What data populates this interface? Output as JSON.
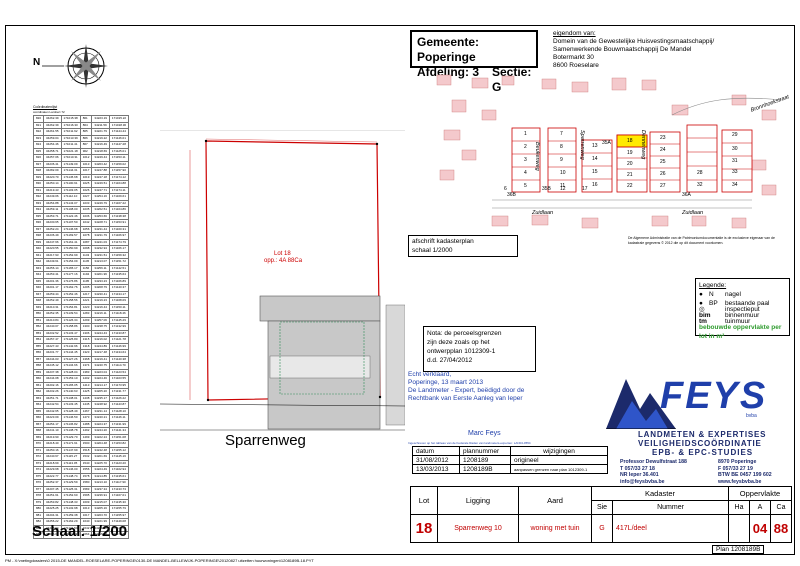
{
  "header": {
    "gemeente_label": "Gemeente:",
    "gemeente_value": "Poperinge",
    "afdeling_label": "Afdeling:",
    "afdeling_value": "3",
    "sectie_label": "Sectie:",
    "sectie_value": "G"
  },
  "owner": {
    "title": "eigendom van:",
    "lines": [
      "Domein van de Gewestelijke Huisvestingsmaatschappij/",
      "Samenwerkende Bouwmaatschappij De Mandel",
      "Botermarkt 30",
      "8600 Roeselare"
    ]
  },
  "compass": {
    "label": "N"
  },
  "plan_labels": {
    "street": "Sparrenweg",
    "lot": "Lot 18",
    "area": "opp.: 4A 88Ca",
    "scale": "Schaal: 1/200"
  },
  "coord_table": {
    "title": "Coördinatenlijst",
    "subtitle": "coördinaten Lambert 72",
    "rows": [
      [
        "820",
        "34262.39",
        "171015.38",
        "861",
        "34223.19",
        "171015.22"
      ],
      [
        "821",
        "34262.39",
        "171016.30",
        "864",
        "34211.59",
        "171018.30"
      ],
      [
        "822",
        "34261.55",
        "171011.92",
        "865",
        "34221.79",
        "171144.44"
      ],
      [
        "823",
        "34259.04",
        "171013.39",
        "866",
        "34219.22",
        "171146.01"
      ],
      [
        "824",
        "34254.46",
        "171011.41",
        "867",
        "34216.49",
        "171147.28"
      ],
      [
        "825",
        "34258.71",
        "171021.18",
        "902",
        "34218.69",
        "171125.01"
      ],
      [
        "826",
        "34257.06",
        "171010.31",
        "1012",
        "34249.44",
        "171153.11"
      ],
      [
        "827",
        "34236.41",
        "171149.09",
        "1013",
        "34263.42",
        "171159.02"
      ],
      [
        "828",
        "34282.09",
        "171144.31",
        "1017",
        "34247.88",
        "171157.90"
      ],
      [
        "829",
        "34220.70",
        "171145.68",
        "1019",
        "34247.18",
        "171174.12"
      ],
      [
        "830",
        "34250.14",
        "171100.91",
        "1025",
        "34249.51",
        "171164.88"
      ],
      [
        "831",
        "34219.43",
        "171103.05",
        "1026",
        "34247.71",
        "171174.11"
      ],
      [
        "832",
        "34249.06",
        "171112.10",
        "1027",
        "34254.16",
        "171169.61"
      ],
      [
        "833",
        "34254.88",
        "171143.07",
        "1033",
        "34249.79",
        "171167.22"
      ],
      [
        "834",
        "34259.11",
        "171108.00",
        "1035",
        "34262.51",
        "171164.86"
      ],
      [
        "835",
        "34253.71",
        "171122.46",
        "1036",
        "34253.66",
        "171138.38"
      ],
      [
        "836",
        "34230.65",
        "171107.50",
        "1042",
        "34228.71",
        "171153.91"
      ],
      [
        "837",
        "34252.24",
        "171146.68",
        "1056",
        "34231.44",
        "171160.31"
      ],
      [
        "838",
        "34236.49",
        "171169.57",
        "1078",
        "34231.79",
        "171166.97"
      ],
      [
        "839",
        "34247.66",
        "171161.41",
        "1087",
        "34241.03",
        "171174.79"
      ],
      [
        "840",
        "34220.55",
        "171150.99",
        "1098",
        "34232.94",
        "171166.17"
      ],
      [
        "841",
        "34217.93",
        "171152.99",
        "1143",
        "34231.51",
        "171159.32"
      ],
      [
        "842",
        "34249.61",
        "171154.09",
        "1145",
        "34213.07",
        "171151.72"
      ],
      [
        "843",
        "34256.14",
        "171165.17",
        "1156",
        "34256.11",
        "171142.51"
      ],
      [
        "844",
        "34253.41",
        "171177.16",
        "1194",
        "34201.96",
        "171135.64"
      ],
      [
        "845",
        "34201.36",
        "171176.86",
        "1195",
        "34233.23",
        "171166.89"
      ],
      [
        "846",
        "34201.17",
        "171162.76",
        "1205",
        "34208.79",
        "171140.37"
      ],
      [
        "847",
        "34259.44",
        "171152.46",
        "1217",
        "34230.41",
        "171134.17"
      ],
      [
        "848",
        "34252.49",
        "171158.56",
        "1221",
        "34219.23",
        "171168.09"
      ],
      [
        "849",
        "34210.31",
        "171154.81",
        "1223",
        "34216.44",
        "171150.11"
      ],
      [
        "850",
        "34252.35",
        "171139.54",
        "1283",
        "34216.11",
        "171118.46"
      ],
      [
        "851",
        "34210.84",
        "171126.34",
        "1299",
        "34257.06",
        "171145.29"
      ],
      [
        "852",
        "34240.07",
        "171158.86",
        "1300",
        "34238.75",
        "171132.99"
      ],
      [
        "853",
        "34232.52",
        "171133.47",
        "1306",
        "34244.43",
        "171133.87"
      ],
      [
        "854",
        "34257.47",
        "171125.80",
        "1315",
        "34216.02",
        "171121.78"
      ],
      [
        "855",
        "34227.43",
        "171142.96",
        "1318",
        "34244.89",
        "171146.99"
      ],
      [
        "856",
        "34231.77",
        "171144.45",
        "1323",
        "34217.48",
        "171134.64"
      ],
      [
        "857",
        "34244.03",
        "171127.26",
        "1368",
        "34219.41",
        "171140.38"
      ],
      [
        "858",
        "34245.12",
        "171134.66",
        "1374",
        "34240.75",
        "171114.70"
      ],
      [
        "859",
        "34237.38",
        "171128.04",
        "1383",
        "34223.04",
        "171123.54"
      ],
      [
        "860",
        "34244.08",
        "171153.10",
        "1402",
        "34224.46",
        "171103.55"
      ],
      [
        "861",
        "34202.16",
        "171165.05",
        "1413",
        "34214.17",
        "171173.95"
      ],
      [
        "862",
        "34232.26",
        "171140.63",
        "1425",
        "34205.20",
        "171131.77"
      ],
      [
        "863",
        "34251.71",
        "171138.01",
        "1438",
        "34235.17",
        "171126.22"
      ],
      [
        "864",
        "34242.54",
        "171133.45",
        "1445",
        "34248.92",
        "171143.87"
      ],
      [
        "865",
        "34242.65",
        "171128.49",
        "1467",
        "34231.14",
        "171128.10"
      ],
      [
        "866",
        "34223.09",
        "171146.50",
        "1473",
        "34240.21",
        "171146.11"
      ],
      [
        "867",
        "34254.17",
        "171136.82",
        "1488",
        "34224.37",
        "171131.99"
      ],
      [
        "868",
        "34241.10",
        "171138.78",
        "1492",
        "34244.20",
        "171141.34"
      ],
      [
        "869",
        "34219.90",
        "171129.70",
        "1499",
        "34222.24",
        "171151.08"
      ],
      [
        "870",
        "34218.40",
        "171171.91",
        "1500",
        "34204.48",
        "171153.82"
      ],
      [
        "871",
        "34250.16",
        "171147.99",
        "1518",
        "34242.48",
        "171155.12"
      ],
      [
        "872",
        "34240.67",
        "171115.27",
        "1532",
        "34201.69",
        "171145.16"
      ],
      [
        "873",
        "34218.69",
        "171113.05",
        "1540",
        "34225.70",
        "171123.20"
      ],
      [
        "874",
        "34229.68",
        "171146.00",
        "1556",
        "34224.49",
        "171102.94"
      ],
      [
        "875",
        "34222.77",
        "171148.74",
        "1578",
        "34214.85",
        "171135.61"
      ],
      [
        "876",
        "34252.37",
        "171129.59",
        "1580",
        "34213.10",
        "171117.90"
      ],
      [
        "877",
        "34207.45",
        "171125.31",
        "1583",
        "34237.34",
        "171133.73"
      ],
      [
        "878",
        "34251.61",
        "171152.60",
        "1595",
        "34236.91",
        "171167.01"
      ],
      [
        "879",
        "34253.82",
        "171148.33",
        "1609",
        "34215.07",
        "171135.30"
      ],
      [
        "880",
        "34225.25",
        "171132.98",
        "1613",
        "34205.16",
        "171155.79"
      ],
      [
        "881",
        "34204.31",
        "171159.38",
        "1617",
        "34203.70",
        "171155.97"
      ],
      [
        "882",
        "34256.22",
        "171162.29",
        "1640",
        "34221.99",
        "171149.08"
      ],
      [
        "883",
        "34227.94",
        "171174.54",
        "1642",
        "34239.02",
        "171147.46"
      ],
      [
        "884",
        "34206.04",
        "171119.09",
        "1664",
        "34215.68",
        "171170.85"
      ]
    ]
  },
  "kadaster_box": {
    "line1": "afschrift kadasterplan",
    "line2": "schaal 1/2000"
  },
  "small_note": "De Algemene Administratie van de Patrimoniumdocumentatie is de exclusieve eigenaar van de kadastrale gegevens © 2012 die op dit document voorkomen.",
  "note": {
    "line1": "Nota: de perceelsgrenzen",
    "line2": "zijn deze zoals op het",
    "line3": "ontwerpplan 1012309-1",
    "line4": "d.d. 27/04/2012"
  },
  "legend": {
    "title": "Legende:",
    "items": [
      {
        "sym": "●",
        "code": "N",
        "text": "nagel"
      },
      {
        "sym": "●",
        "code": "BP",
        "text": "bestaande paal"
      },
      {
        "sym": "◎",
        "code": "",
        "text": "inspectieput"
      },
      {
        "sym": "",
        "code": "bim",
        "text": "binnenmuur"
      },
      {
        "sym": "",
        "code": "tm",
        "text": "tuinmuur"
      }
    ],
    "area_note": "bebouwde oppervlakte per lot in m²"
  },
  "declaration": {
    "lines": [
      "Echt verklaard,",
      "Poperinge, 13 maart 2013",
      "De Landmeter - Expert, beëdigd door de",
      "Rechtbank van Eerste Aanleg van Ieper"
    ],
    "signer": "Marc Feys",
    "signer_sub": "Ingeschreven op het tableau van de Federale Raden van landmeters-experten: LAN04-0554"
  },
  "history": {
    "headers": [
      "datum",
      "plannummer",
      "wijzigingen"
    ],
    "rows": [
      [
        "31/08/2012",
        "1208189",
        "origineel"
      ],
      [
        "13/03/2013",
        "1208189B",
        "aanpassen grenzen naar plan 1012309-1"
      ]
    ]
  },
  "company": {
    "name": "FEYS",
    "bvba": "bvba",
    "line1": "LANDMETEN & EXPERTISES",
    "line2": "VEILIGHEIDSCOÖRDINATIE",
    "line3": "EPB- & EPC-STUDIES",
    "addr_left": [
      "Professor Dewulfstraat 188",
      "T 057/33 27 18",
      "NR Ieper 36.401",
      "info@feysbvba.be"
    ],
    "addr_right": [
      "8970 Poperinge",
      "F 057/33 27 19",
      "BTW BE 0457 199 602",
      "www.feysbvba.be"
    ],
    "colors": {
      "blue": "#1f3faa",
      "dark": "#1c2a6b"
    }
  },
  "bottom": {
    "headers": {
      "lot": "Lot",
      "ligging": "Ligging",
      "aard": "Aard",
      "kadaster": "Kadaster",
      "oppervlakte": "Oppervlakte"
    },
    "subheaders": {
      "sie": "Sie",
      "nummer": "Nummer",
      "ha": "Ha",
      "a": "A",
      "ca": "Ca"
    },
    "values": {
      "lot": "18",
      "ligging": "Sparrenweg 10",
      "aard": "woning met tuin",
      "sie": "G",
      "nummer": "417L/deel",
      "ha": "",
      "a": "04",
      "ca": "88"
    },
    "plan_no": "Plan 1208189B"
  },
  "footer": "PM - X:\\metingdossiers\\0 2015-DE MANDEL-ROESELARE-POPERINGE\\0130-DE MANDEL-BELLEWIJK-POPERINGE\\20120827 uitzetten huurwoningen\\1208189B-18.PYT",
  "map": {
    "streets": [
      "Beukenweg",
      "Sparrenweg",
      "Dennenweg",
      "Zuidlaan",
      "Zuidlaan",
      "Bronnhoekstraat"
    ],
    "lots": [
      "1",
      "2",
      "3",
      "4",
      "5",
      "6",
      "7",
      "8",
      "9",
      "10",
      "11",
      "12",
      "13",
      "14",
      "15",
      "16",
      "17",
      "18",
      "19",
      "20",
      "21",
      "22",
      "23",
      "24",
      "25",
      "26",
      "27",
      "28",
      "29",
      "30",
      "31",
      "32",
      "33",
      "34",
      "35A",
      "35B",
      "36A",
      "36B"
    ]
  }
}
